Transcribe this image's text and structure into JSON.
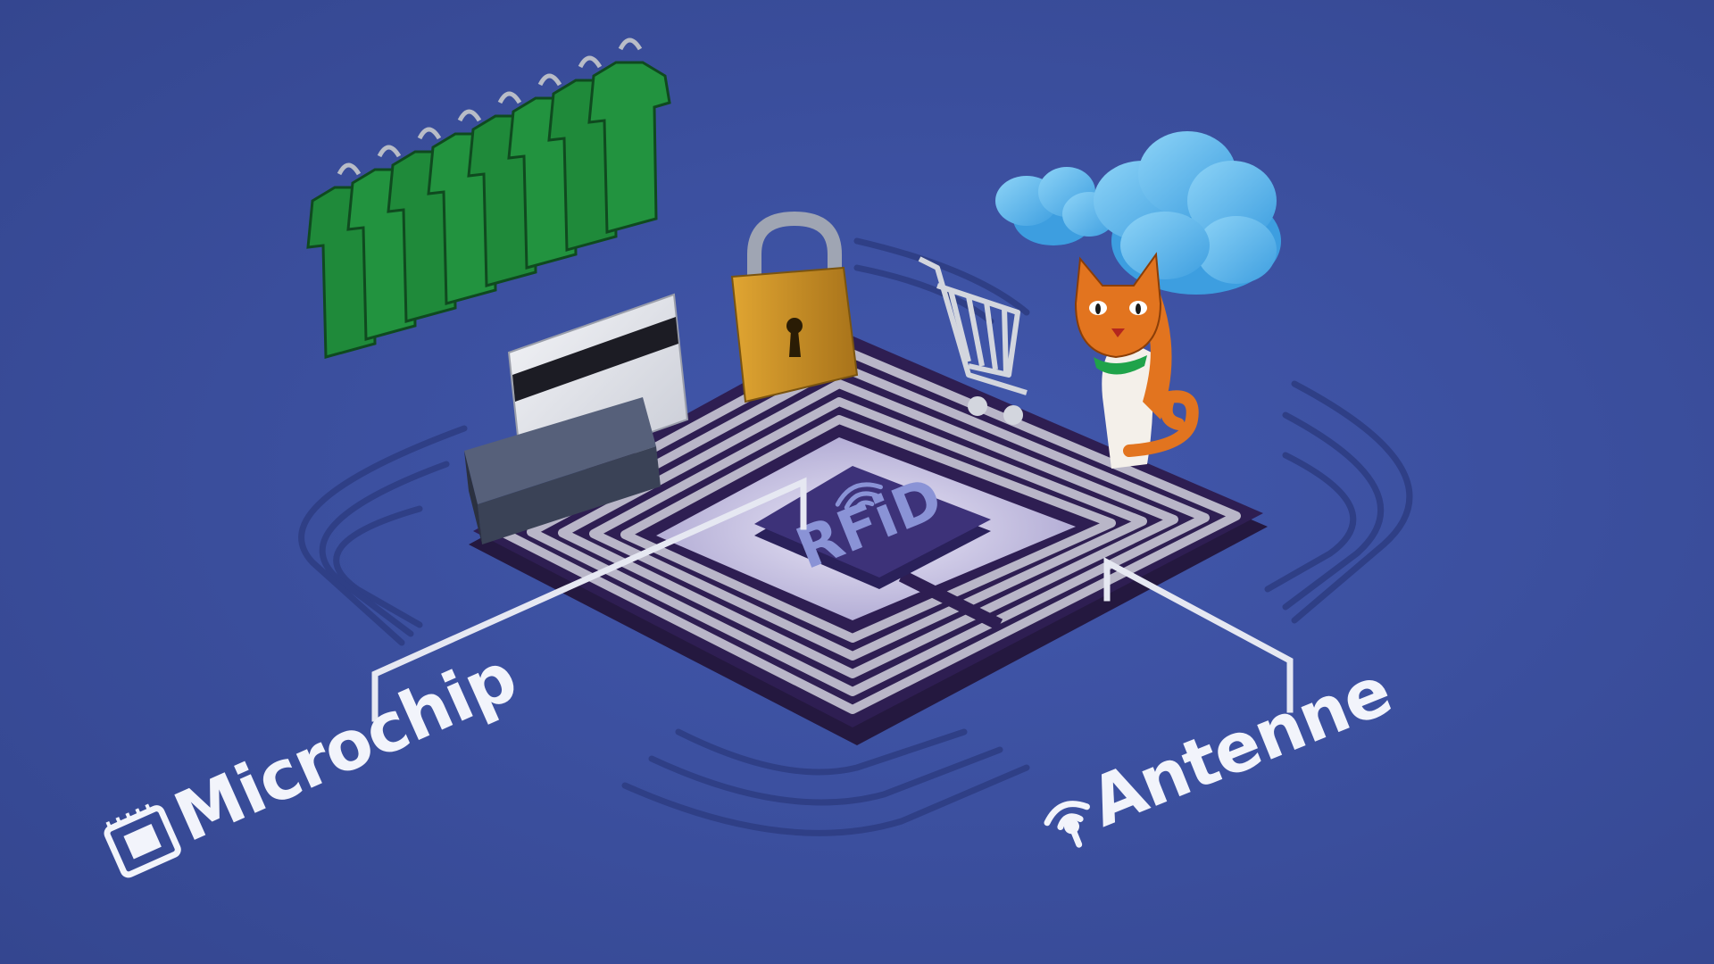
{
  "chip_label": "RFiD",
  "callouts": {
    "microchip": "Microchip",
    "antenna": "Antenne"
  },
  "icons": [
    "hanging-shirts-icon",
    "credit-card-reader-icon",
    "padlock-icon",
    "shopping-cart-icon",
    "cloud-icon",
    "cat-icon",
    "microchip-icon",
    "antenna-signal-icon",
    "wifi-icon"
  ],
  "colors": {
    "background": "#3a4e9f",
    "tag_base": "#2e1e52",
    "coil_light": "#b9b6c8",
    "coil_dark": "#3a275f",
    "chip": "#3d3279",
    "chip_text": "#8a93d6",
    "shirt": "#1f8a3a",
    "cloud": "#53b3ea",
    "padlock": "#c88e20",
    "cat": "#e2741f",
    "label": "#f2f4fb"
  }
}
